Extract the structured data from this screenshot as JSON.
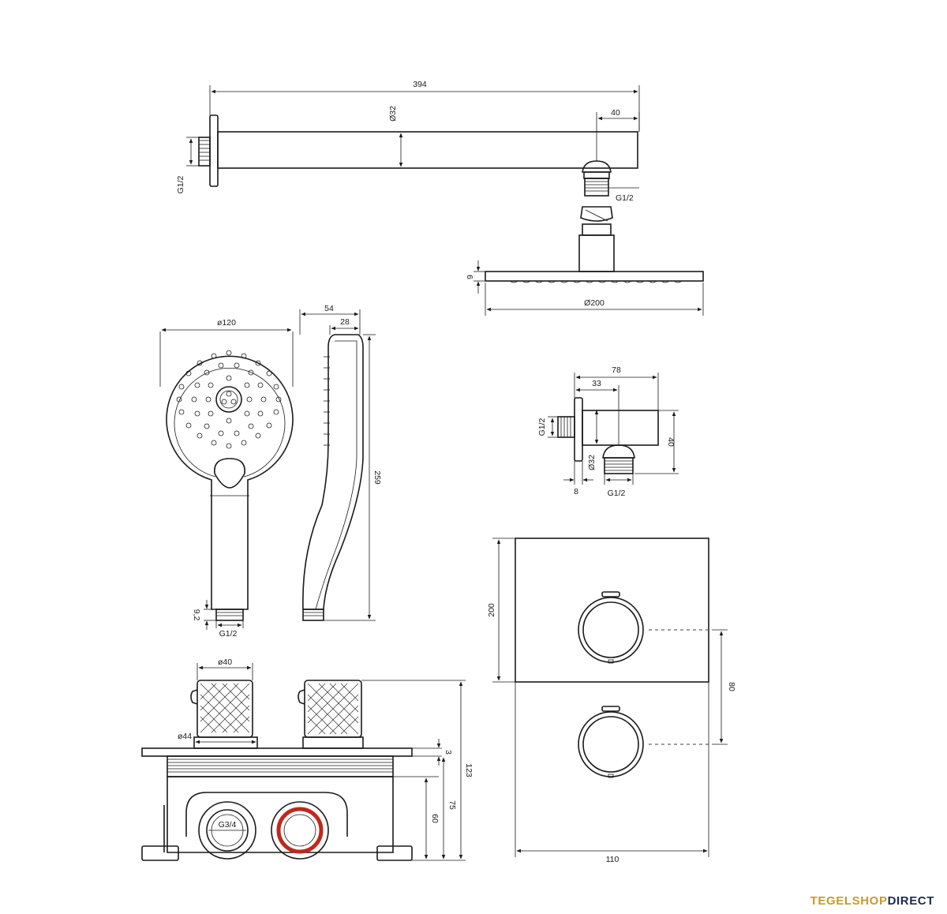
{
  "shower_arm": {
    "length": "394",
    "tube_diameter": "Ø32",
    "end_offset": "40",
    "wall_thread": "G1/2",
    "outlet_thread": "G1/2"
  },
  "rain_head": {
    "thickness": "9",
    "diameter": "Ø200"
  },
  "hand_shower": {
    "head_diameter": "ø120",
    "depth": "54",
    "handle_depth": "28",
    "length": "259",
    "connection_height": "9,2",
    "thread": "G1/2"
  },
  "wall_outlet": {
    "width": "78",
    "offset": "33",
    "height": "40",
    "thread_left": "G1/2",
    "diameter": "Ø32",
    "flange": "8",
    "thread_bottom": "G1/2"
  },
  "thermostat_body": {
    "knob_diameter": "ø40",
    "rosette_diameter": "ø44",
    "plate": "3",
    "total_depth": "123",
    "body_depth": "75",
    "base_depth": "60",
    "inlet_thread": "G3/4"
  },
  "cover_plate": {
    "height": "200",
    "width": "110",
    "knob_spacing": "80"
  },
  "brand": {
    "part1": "TEGEL",
    "part2": "SHOP",
    "part3": "DIRECT",
    "colors": {
      "gold": "#c89a2e",
      "navy": "#1c2a4a",
      "red": "#c0281c"
    }
  }
}
